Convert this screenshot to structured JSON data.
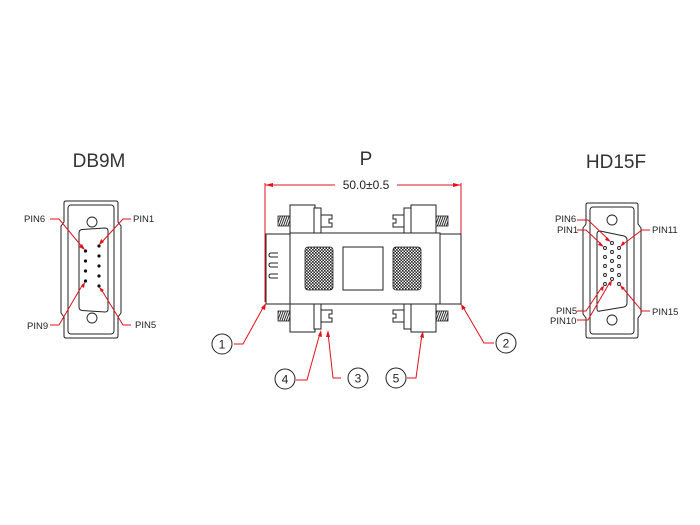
{
  "views": {
    "left": {
      "title": "DB9M",
      "pin_labels": {
        "top_left": "PIN6",
        "top_right": "PIN1",
        "bottom_left": "PIN9",
        "bottom_right": "PIN5"
      }
    },
    "center": {
      "title": "P",
      "dimension": "50.0±0.5",
      "callouts": [
        "1",
        "2",
        "3",
        "4",
        "5"
      ]
    },
    "right": {
      "title": "HD15F",
      "pin_labels": {
        "top_left_1": "PIN6",
        "top_left_2": "PIN1",
        "top_right": "PIN11",
        "bottom_left_1": "PIN5",
        "bottom_left_2": "PIN10",
        "bottom_right": "PIN15"
      }
    }
  },
  "colors": {
    "line": "#222222",
    "annotation": "#e0121c",
    "background": "#ffffff"
  }
}
